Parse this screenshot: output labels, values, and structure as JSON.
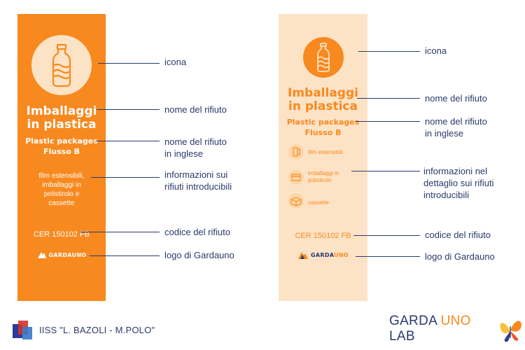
{
  "left_label": {
    "title_line1": "Imballaggi",
    "title_line2": "in plastica",
    "subtitle_line1": "Plastic packages",
    "subtitle_line2": "Flusso B",
    "info_lines": [
      "film estensibili,",
      "imballaggi in",
      "polistirolo e",
      "cassette"
    ],
    "cer": "CER 150102 FB",
    "logo": "GARDAUNO"
  },
  "right_label": {
    "title_line1": "Imballaggi",
    "title_line2": "in plastica",
    "subtitle_line1": "Plastic packages",
    "subtitle_line2": "Flusso B",
    "items": [
      {
        "icon": "film-roll-icon",
        "label_lines": [
          "film estensibili"
        ]
      },
      {
        "icon": "polystyrene-box-icon",
        "label_lines": [
          "imballaggi in",
          "polistirolo"
        ]
      },
      {
        "icon": "crate-icon",
        "label_lines": [
          "cassette"
        ]
      }
    ],
    "cer": "CER 150102 FB",
    "logo_part1": "GARDA",
    "logo_part2": "UNO"
  },
  "left_callouts": {
    "icona": "icona",
    "nome": "nome del rifiuto",
    "nome_inglese_line1": "nome del rifiuto",
    "nome_inglese_line2": "in inglese",
    "info_line1": "informazioni sui",
    "info_line2": "rifiuti introducibili",
    "codice": "codice del rifiuto",
    "logo": "logo di Gardauno"
  },
  "right_callouts": {
    "icona": "icona",
    "nome": "nome del rifiuto",
    "nome_inglese_line1": "nome del rifiuto",
    "nome_inglese_line2": "in inglese",
    "info_line1": "informazioni nel",
    "info_line2": "dettaglio sui rifiuti",
    "info_line3": "introducibili",
    "codice": "codice del rifiuto",
    "logo": "logo di Gardauno"
  },
  "footer": {
    "school": "IISS \"L. BAZOLI - M.POLO\"",
    "lab_part1": "GARDA ",
    "lab_part2": "UNO",
    "lab_part3": " LAB"
  },
  "colors": {
    "orange": "#f7891f",
    "peach": "#fde3c6",
    "navy": "#2a3a6a"
  }
}
